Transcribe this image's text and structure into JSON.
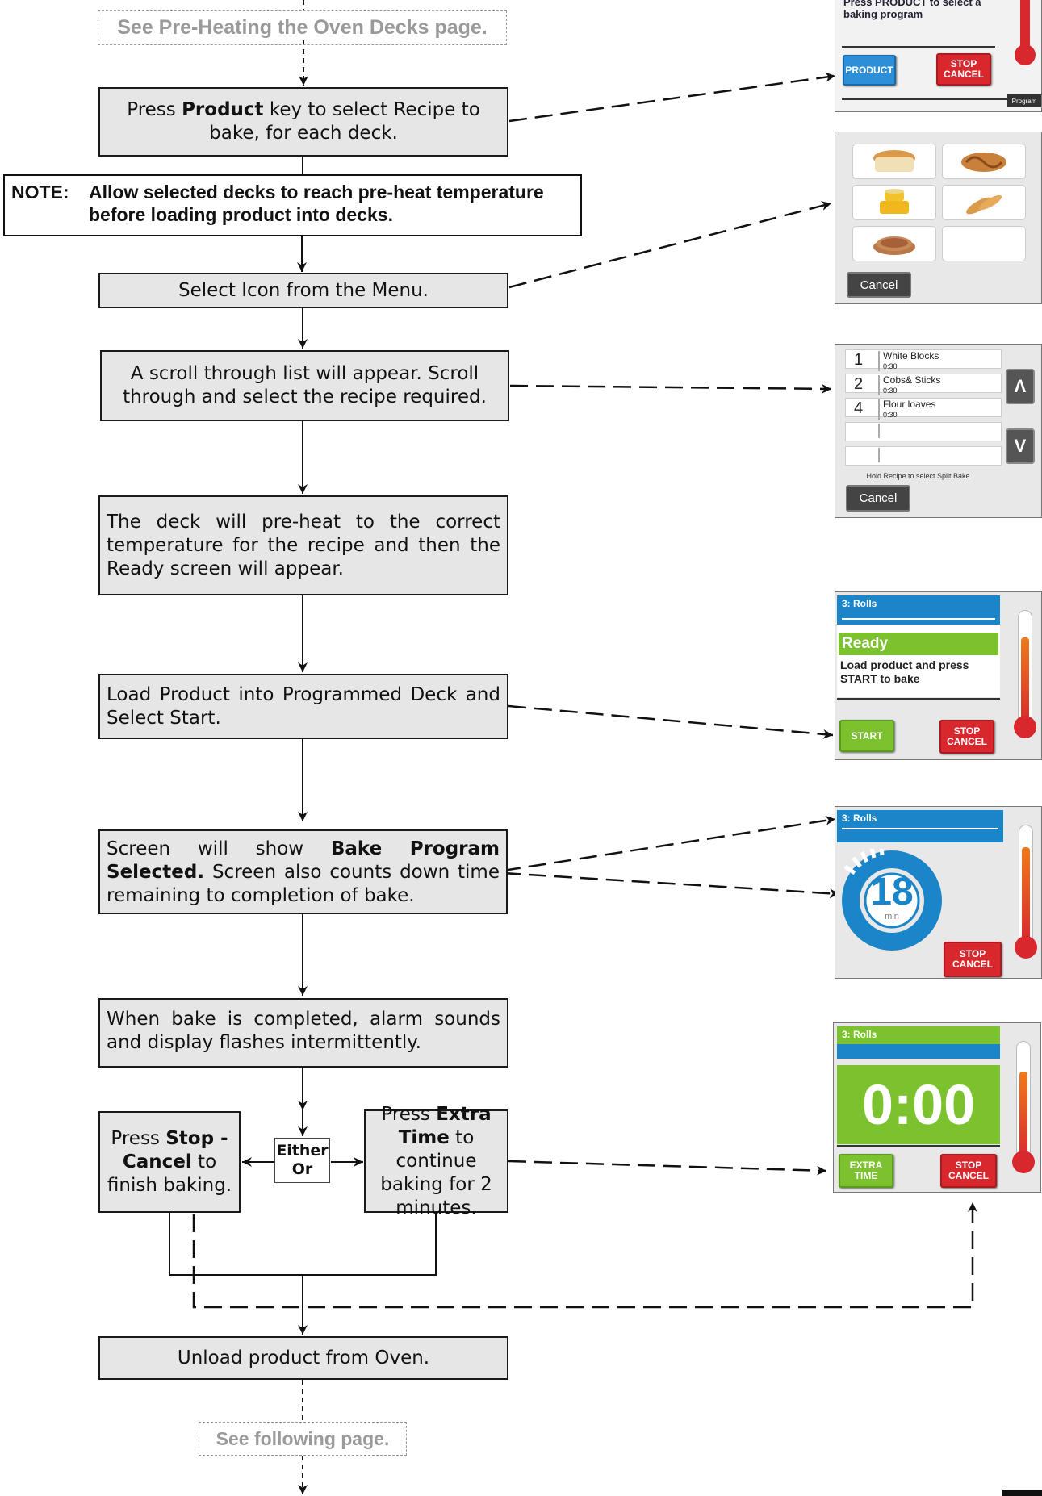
{
  "top_link": "See Pre-Heating the Oven Decks page.",
  "bottom_link": "See following page.",
  "note": {
    "label": "NOTE:",
    "line1": "Allow selected decks to reach pre-heat temperature",
    "line2": "before loading product into decks."
  },
  "steps": {
    "product": {
      "pre": "Press ",
      "bold": "Product",
      "post": " key to select Recipe to bake, for each deck."
    },
    "icon": "Select Icon from the Menu.",
    "scroll": "A scroll through list will appear.  Scroll through and select the recipe required.",
    "preheat": "The deck will pre-heat to the correct temperature for the recipe and then the Ready screen will appear.",
    "load": "Load Product into Programmed Deck and Select Start.",
    "bake": {
      "pre": "Screen will show ",
      "bold": "Bake Program Selected.",
      "post": " Screen also counts down time remaining to completion of bake."
    },
    "complete": "When bake is completed, alarm sounds and display flashes intermittently.",
    "stop": {
      "pre": "Press ",
      "bold": "Stop - Cancel",
      "post": " to finish baking."
    },
    "either": {
      "line1": "Either",
      "line2": "Or"
    },
    "extra": {
      "pre": "Press ",
      "bold": "Extra Time",
      "post": " to continue baking for 2 minutes."
    },
    "unload": "Unload product from Oven."
  },
  "screens": {
    "program": {
      "text_line1": "Press PRODUCT to select a",
      "text_line2": "baking program",
      "product_button": "PRODUCT",
      "stop_line1": "STOP",
      "stop_line2": "CANCEL",
      "tab": "Program"
    },
    "menu": {
      "cancel": "Cancel",
      "icons": [
        "bread-loaf-icon",
        "plaited-bread-icon",
        "cake-icon",
        "bread-sticks-icon",
        "pie-icon",
        "empty-slot"
      ]
    },
    "list": {
      "rows": [
        {
          "num": "1",
          "name": "White Blocks",
          "time": "0:30"
        },
        {
          "num": "2",
          "name": "Cobs& Sticks",
          "time": "0:30"
        },
        {
          "num": "4",
          "name": "Flour loaves",
          "time": "0:30"
        },
        {
          "num": "",
          "name": "",
          "time": ""
        },
        {
          "num": "",
          "name": "",
          "time": ""
        }
      ],
      "up": "Λ",
      "down": "V",
      "hint": "Hold Recipe to select Split Bake",
      "cancel": "Cancel"
    },
    "ready": {
      "header": "3: Rolls",
      "status": "Ready",
      "message": "Load product and press START to bake",
      "start": "START",
      "stop_line1": "STOP",
      "stop_line2": "CANCEL",
      "colors": {
        "blue": "#1a85c8",
        "green": "#7cc22f",
        "red": "#d8282e"
      }
    },
    "countdown": {
      "header": "3: Rolls",
      "minutes": "18",
      "unit": "min",
      "stop_line1": "STOP",
      "stop_line2": "CANCEL"
    },
    "finished": {
      "header": "3: Rolls",
      "time": "0:00",
      "extra_line1": "EXTRA",
      "extra_line2": "TIME",
      "stop_line1": "STOP",
      "stop_line2": "CANCEL"
    }
  }
}
